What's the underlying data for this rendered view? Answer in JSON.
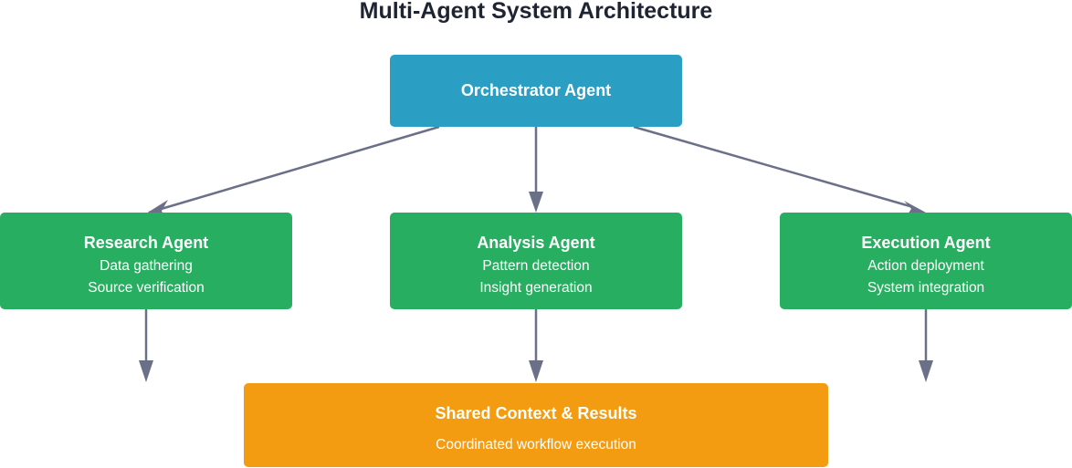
{
  "title": "Multi-Agent System Architecture",
  "orchestrator": {
    "name": "Orchestrator Agent"
  },
  "agents": [
    {
      "name": "Research Agent",
      "lines": [
        "Data gathering",
        "Source verification"
      ]
    },
    {
      "name": "Analysis Agent",
      "lines": [
        "Pattern detection",
        "Insight generation"
      ]
    },
    {
      "name": "Execution Agent",
      "lines": [
        "Action deployment",
        "System integration"
      ]
    }
  ],
  "shared": {
    "name": "Shared Context & Results",
    "subtitle": "Coordinated workflow execution"
  },
  "colors": {
    "orchestrator": "#2b9ec4",
    "agent": "#27ae60",
    "shared": "#f39c12",
    "connector": "#6b7089"
  }
}
